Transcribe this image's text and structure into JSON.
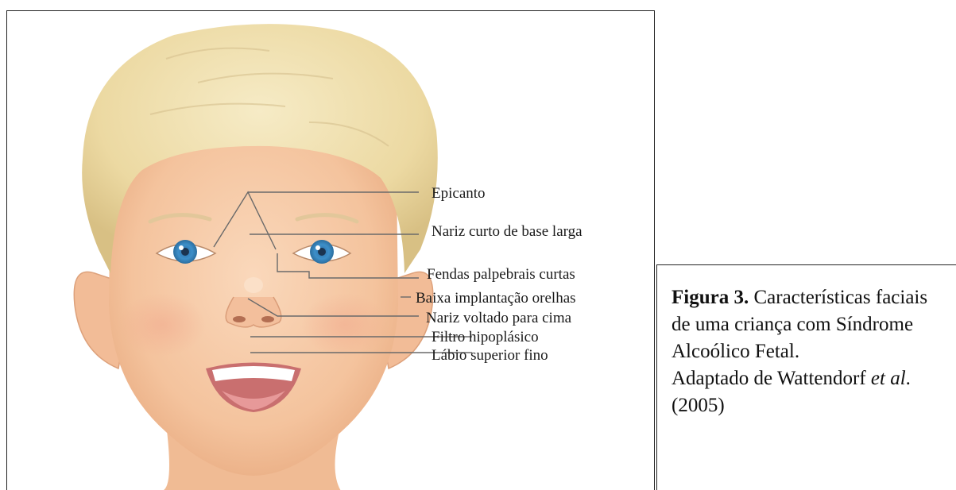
{
  "labels": {
    "epicanto": "Epicanto",
    "nariz_curto": "Nariz curto de base larga",
    "fendas": "Fendas palpebrais curtas",
    "baixa_implantacao": "Baixa implantação orelhas",
    "nariz_voltado": "Nariz voltado para cima",
    "filtro": "Filtro hipoplásico",
    "labio": "Lábio superior fino"
  },
  "caption": {
    "title": "Figura 3.",
    "text": " Características faciais de uma criança com Síndrome Alcoólico Fetal.",
    "source_prefix": "Adaptado de Wattendorf ",
    "source_italic": "et al",
    "source_suffix": ". (2005)"
  },
  "colors": {
    "hair": "#efe0ad",
    "skin": "#f7cba7",
    "iris": "#3d8fc9",
    "lines": "#6a6a6a"
  }
}
